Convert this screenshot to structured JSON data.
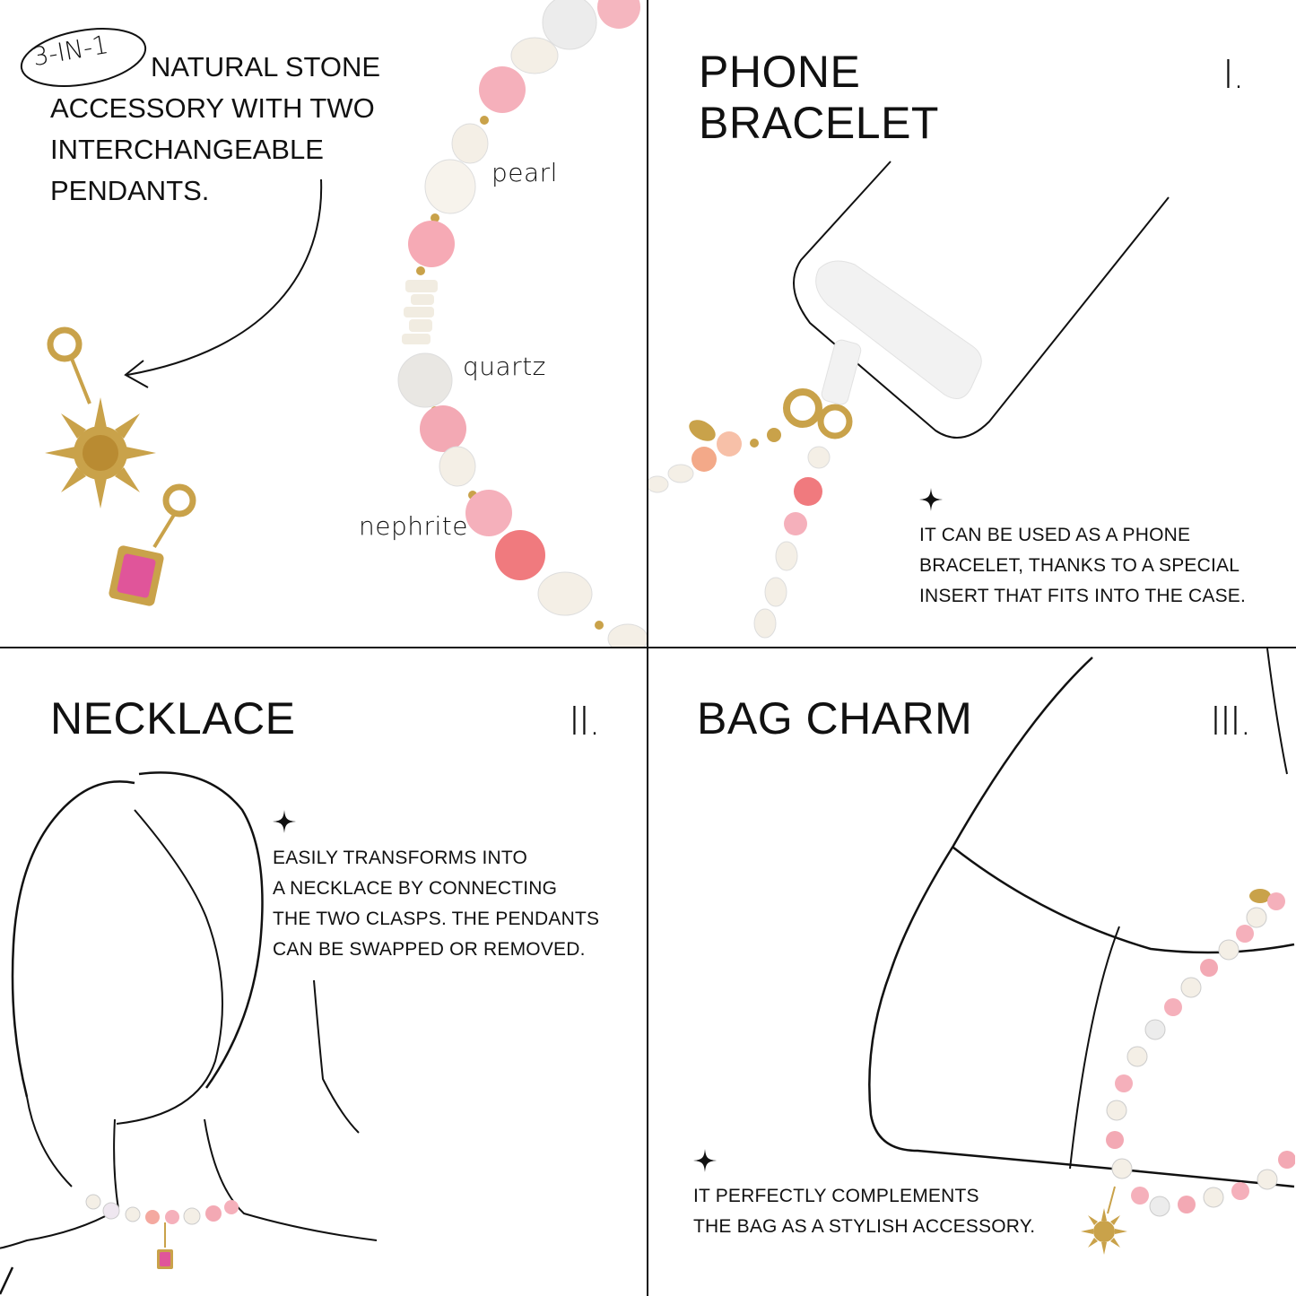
{
  "intro": {
    "badge": "3-IN-1",
    "lines": [
      "NATURAL STONE",
      "ACCESSORY WITH TWO",
      "INTERCHANGEABLE",
      "PENDANTS."
    ],
    "stone_labels": {
      "pearl": "pearl",
      "quartz": "quartz",
      "nephrite": "nephrite"
    }
  },
  "phone": {
    "title_lines": [
      "PHONE",
      "BRACELET"
    ],
    "numeral": "I.",
    "description_lines": [
      "IT CAN BE USED AS A PHONE",
      "BRACELET, THANKS TO A SPECIAL",
      "INSERT THAT FITS INTO THE CASE."
    ]
  },
  "necklace": {
    "title": "NECKLACE",
    "numeral": "II.",
    "description_lines": [
      "EASILY TRANSFORMS INTO",
      "A NECKLACE BY CONNECTING",
      "THE TWO CLASPS. THE PENDANTS",
      "CAN BE SWAPPED OR REMOVED."
    ]
  },
  "bag": {
    "title": "BAG CHARM",
    "numeral": "III.",
    "description_lines": [
      "IT PERFECTLY COMPLEMENTS",
      "THE BAG AS A STYLISH ACCESSORY."
    ]
  },
  "colors": {
    "ink": "#111111",
    "rose_quartz": "#f3a9b4",
    "nephrite": "#f07a7e",
    "pearl": "#f4efe6",
    "gold": "#c9a24a",
    "pink_gem": "#e0559a"
  }
}
